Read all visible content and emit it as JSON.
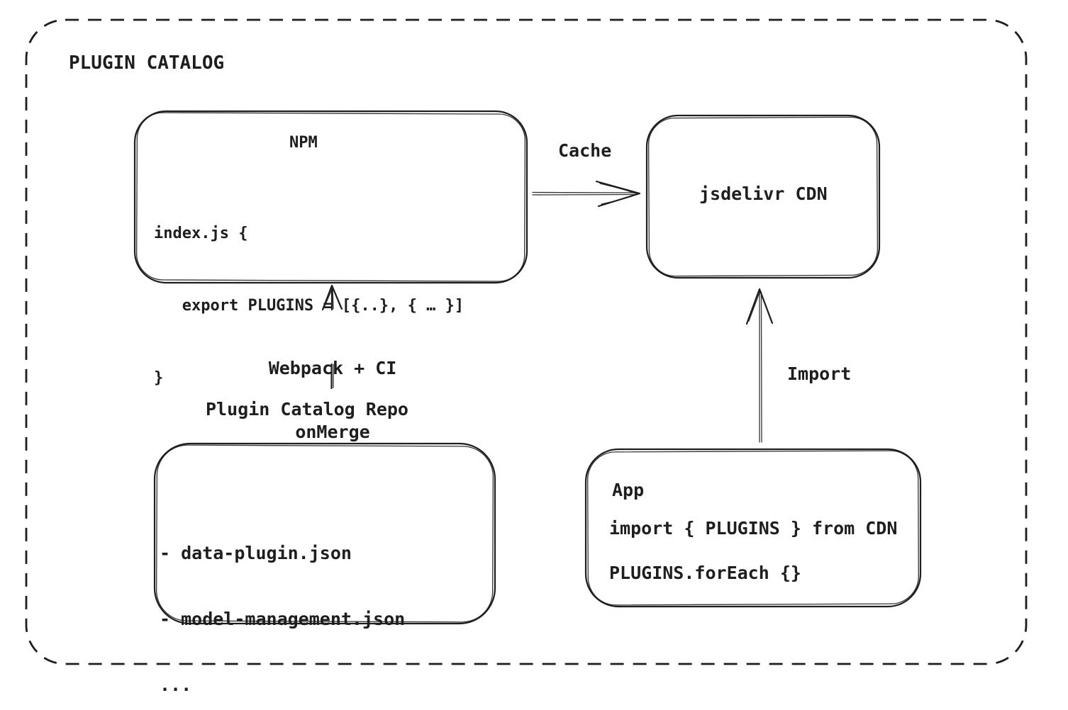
{
  "title": "PLUGIN CATALOG",
  "colors": {
    "stroke": "#1e1e1e",
    "text": "#1e1e1e",
    "background": "#ffffff"
  },
  "nodes": {
    "npm": {
      "title": "NPM",
      "code": [
        "index.js {",
        "   export PLUGINS = [{..}, { … }]",
        "}"
      ]
    },
    "cdn": {
      "label": "jsdelivr CDN"
    },
    "repo": {
      "label": "Plugin Catalog Repo",
      "files": [
        "- data-plugin.json",
        "- model-management.json",
        "..."
      ]
    },
    "app": {
      "title": "App",
      "code": [
        "import { PLUGINS } from CDN",
        "PLUGINS.forEach {}"
      ]
    }
  },
  "edges": {
    "cache": {
      "label": "Cache",
      "from": "NPM",
      "to": "jsdelivr CDN"
    },
    "build": {
      "label_line1": "Webpack + CI",
      "label_line2": "onMerge",
      "from": "Plugin Catalog Repo",
      "to": "NPM"
    },
    "import": {
      "label": "Import",
      "from": "App",
      "to": "jsdelivr CDN"
    }
  }
}
